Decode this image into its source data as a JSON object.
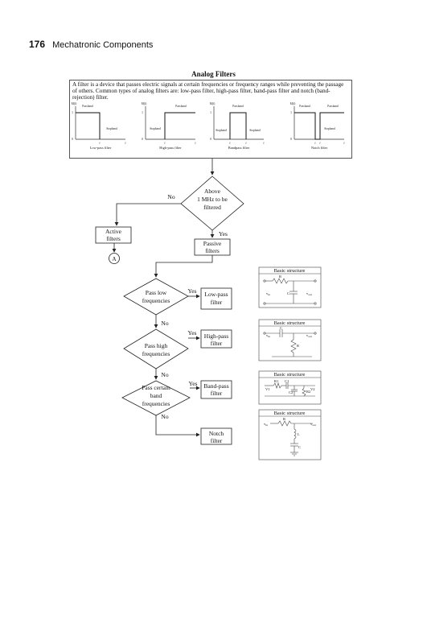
{
  "header": {
    "page_number": "176",
    "book_title": "Mechatronic Components"
  },
  "title": "Analog Filters",
  "intro": "A filter is a device that passes electric signals at certain frequencies or frequency ranges while preventing the passage of others. Common types of analog filters are: low-pass filter, high-pass filter, band-pass filter and notch (band-rejection) filter.",
  "plots": {
    "ylabel": "M(f)",
    "one": "1",
    "zero": "0",
    "f": "f",
    "passband": "Passband",
    "stopband": "Stopband",
    "fc": "f",
    "fc_sub": "c",
    "f1": "f",
    "f1_sub": "1",
    "f2": "f",
    "f2_sub": "2",
    "captions": [
      "Low-pass filter",
      "High-pass filter",
      "Bandpass filter",
      "Notch filter"
    ]
  },
  "flow": {
    "q1": [
      "Above",
      "1 MHz to be",
      "filtered"
    ],
    "q1_no": "No",
    "q1_yes": "Yes",
    "active": [
      "Active",
      "filters"
    ],
    "passive": [
      "Passive",
      "filters"
    ],
    "connector": "A",
    "q2": [
      "Pass low",
      "frequencies"
    ],
    "q2_yes": "Yes",
    "q2_no": "No",
    "lowpass": [
      "Low-pass",
      "filter"
    ],
    "q3": [
      "Pass high",
      "frequencies"
    ],
    "q3_yes": "Yes",
    "q3_no": "No",
    "highpass": [
      "High-pass",
      "filter"
    ],
    "q4": [
      "Pass certain",
      "band",
      "frequencies"
    ],
    "q4_yes": "Yes",
    "q4_no": "No",
    "bandpass": [
      "Band-pass",
      "filter"
    ],
    "notch": [
      "Notch",
      "filter"
    ]
  },
  "circuits": {
    "basic_structure": "Basic structure",
    "R": "R",
    "C": "C",
    "L": "L",
    "vin": "v",
    "vin_sub": "in",
    "vout": "v",
    "vout_sub": "out",
    "R1": "R1",
    "C1": "C1",
    "C2": "C2",
    "R2": "R2",
    "V1": "V1",
    "V2": "V2"
  }
}
